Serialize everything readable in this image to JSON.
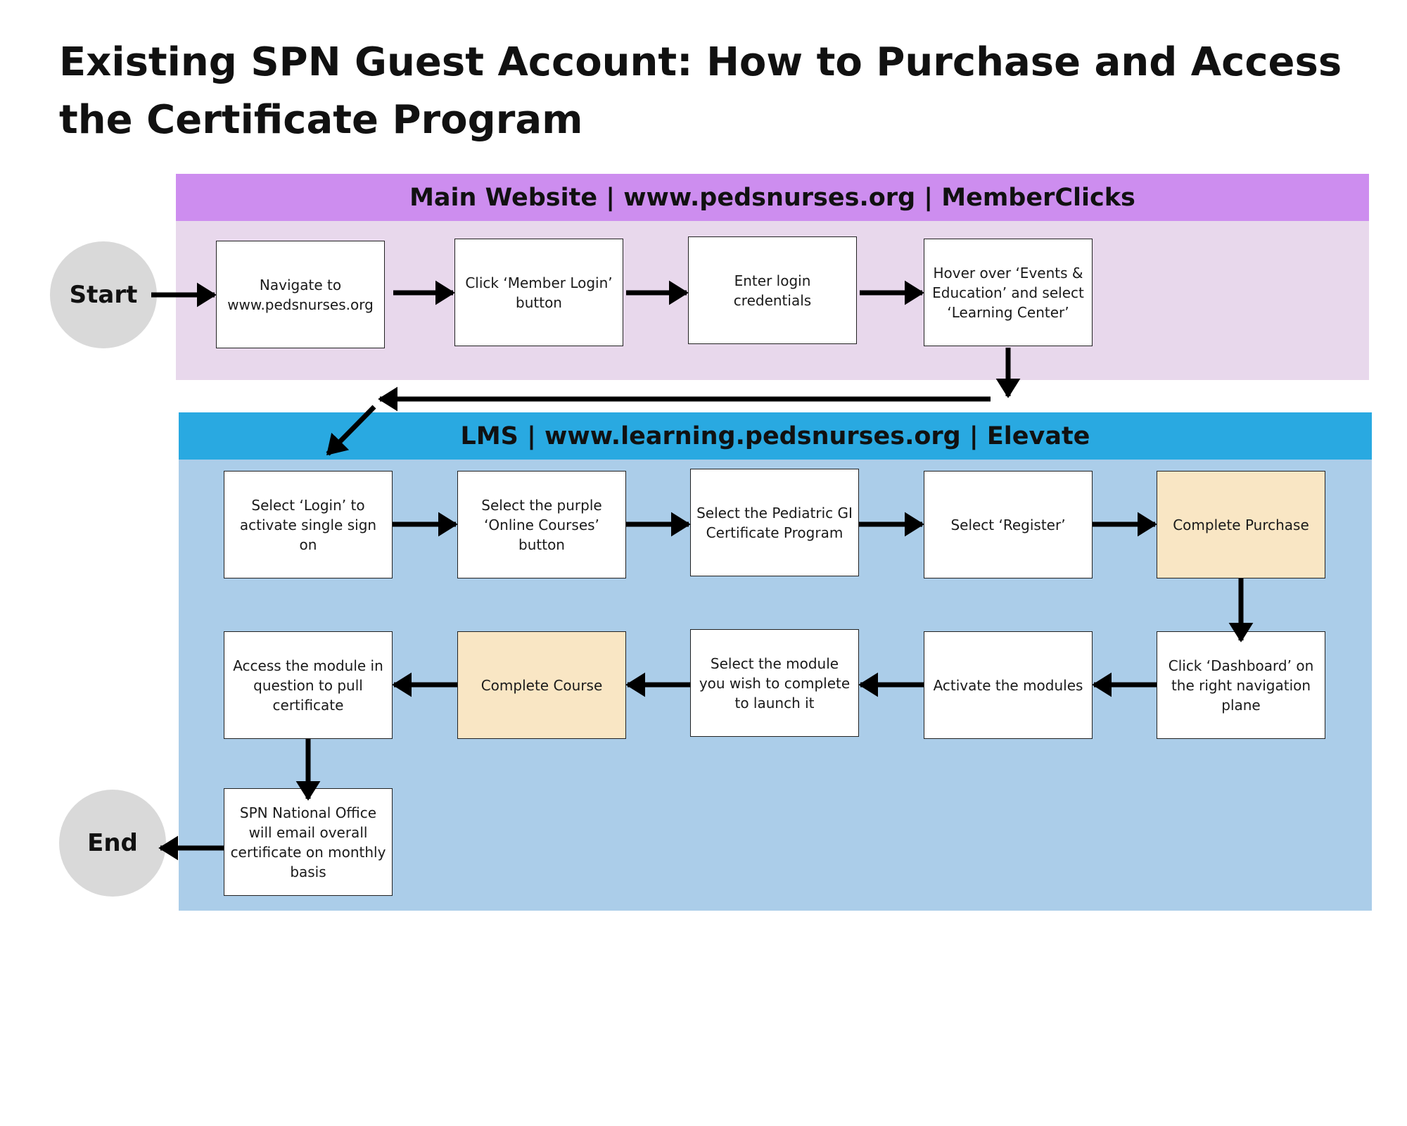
{
  "title": "Existing SPN Guest Account: How to Purchase and Access the Certificate Program",
  "terminals": {
    "start": "Start",
    "end": "End"
  },
  "bands": {
    "main": {
      "header": "Main Website | www.pedsnurses.org | MemberClicks",
      "header_color": "#cd8def",
      "body_color": "#e8d8ec"
    },
    "lms": {
      "header": "LMS | www.learning.pedsnurses.org | Elevate",
      "header_color": "#29a9e1",
      "body_color": "#abcde9"
    }
  },
  "steps": {
    "navigate": "Navigate to www.pedsnurses.org",
    "member_login": "Click ‘Member Login’ button",
    "enter_credentials": "Enter login credentials",
    "hover_events": "Hover over ‘Events & Education’ and select ‘Learning Center’",
    "select_login": "Select ‘Login’ to activate single sign on",
    "online_courses": "Select the purple ‘Online Courses’ button",
    "select_program": "Select the Pediatric GI Certificate Program",
    "register": "Select ‘Register’",
    "complete_purchase": "Complete Purchase",
    "dashboard": "Click ‘Dashboard’ on the right navigation plane",
    "activate_modules": "Activate the modules",
    "select_module": "Select the module you wish to complete to launch it",
    "complete_course": "Complete Course",
    "access_module": "Access the module in question to pull certificate",
    "email_certificate": "SPN National Office will email overall certificate on monthly basis"
  },
  "colors": {
    "highlight": "#f9e6c4",
    "terminal": "#d9d9d9",
    "arrow": "#000000"
  }
}
